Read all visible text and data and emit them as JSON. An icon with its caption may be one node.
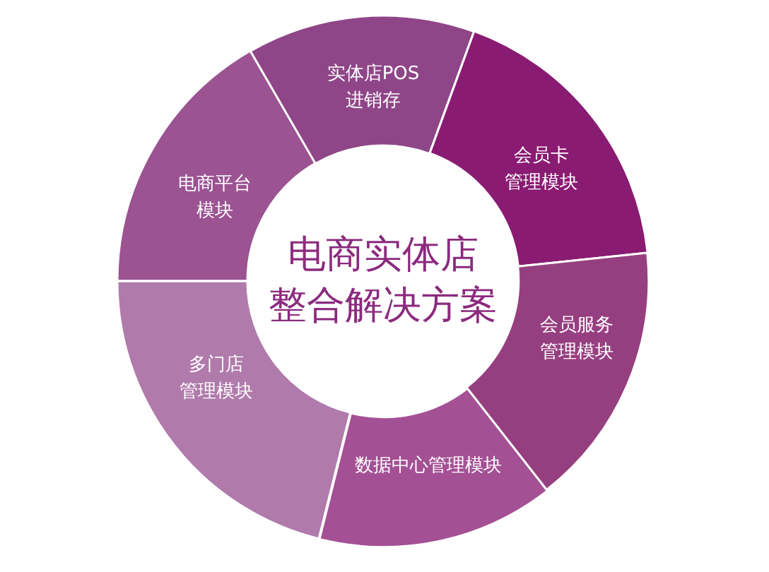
{
  "diagram": {
    "nodes": [
      {
        "text": [
          "电商实体店整合解决方案"
        ]
      },
      {
        "text": [
          "实体店POS进销存"
        ]
      },
      {
        "text": [
          "会员卡管理模块"
        ]
      },
      {
        "text": [
          "会员服务管理模块"
        ]
      },
      {
        "text": [
          "数据中心管理模块"
        ]
      },
      {
        "text": [
          "多门店管理模块"
        ]
      },
      {
        "text": [
          "电商平台模块"
        ]
      }
    ]
  }
}
